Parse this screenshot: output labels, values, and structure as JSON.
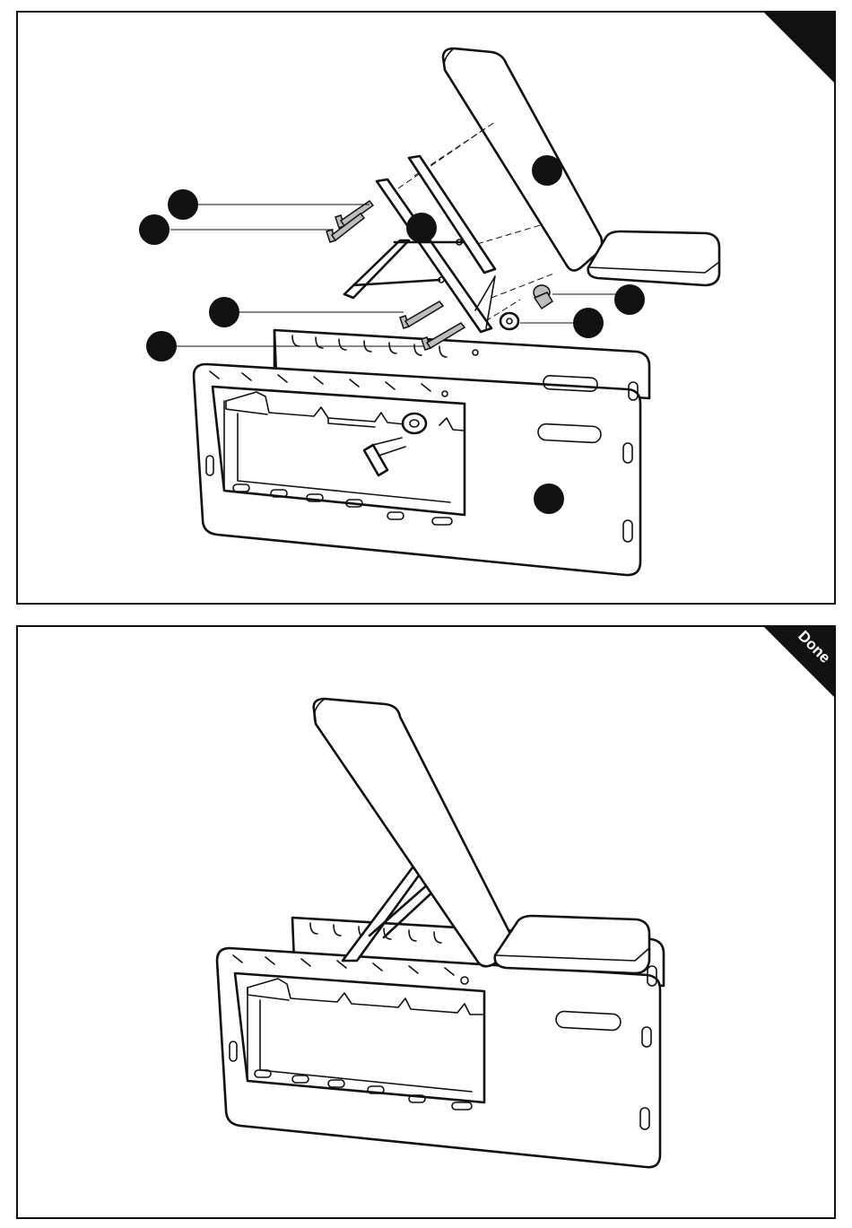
{
  "panels": [
    {
      "id": "top",
      "corner_label": "",
      "part_callouts": 9
    },
    {
      "id": "bottom",
      "corner_label": "Done",
      "part_callouts": 0
    }
  ],
  "colors": {
    "line": "#111111",
    "callout": "#111111",
    "corner_flag": "#111111",
    "background": "#ffffff"
  }
}
